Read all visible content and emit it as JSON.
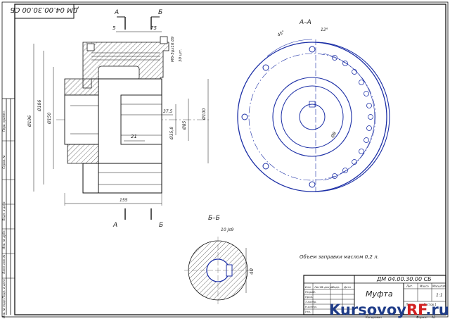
{
  "drawing": {
    "doc_code_rotated": "ДМ 04.00.30.00 СБ",
    "section_a": "А",
    "section_b": "Б",
    "view_aa": "А–А",
    "view_bb": "Б–Б",
    "dims": {
      "d5": "5",
      "d75": "75",
      "bolt": "М6-5gх16.09",
      "bolt_qty": "30 шт.",
      "dia186": "Ø186",
      "dia196": "Ø196",
      "dia150": "Ø150",
      "dia100": "Ø100",
      "dia85": "Ø85",
      "dia35": "Ø35,8",
      "d375": "37,5",
      "d21": "21",
      "d155": "155",
      "ang45": "45°",
      "ang12": "12°",
      "r8": "Ø8",
      "key": "10 Js9",
      "d40": "40"
    },
    "note": "Объем заправки маслом 0,2 л."
  },
  "side_stamp": {
    "labels": [
      "Перв. примен.",
      "Справ. №",
      "Подп. и дата",
      "Инв. № дубл.",
      "Взам. инв. №",
      "Подп. и дата",
      "Инв. № подл."
    ]
  },
  "title_block": {
    "doc_code": "ДМ 04.00.30.00 СБ",
    "name": "Муфта",
    "headers": [
      "Изм",
      "Лист",
      "№ докум.",
      "Подп.",
      "Дата"
    ],
    "roles": [
      "Разраб.",
      "Пров.",
      "Т.контр.",
      "Н.контр.",
      "Утв."
    ],
    "lit_header": "Лит.",
    "mass_header": "Масса",
    "scale_header": "Масштаб",
    "scale_value": "1:1",
    "sheet_label": "Лист",
    "sheets_label": "Листов 1",
    "copied": "Копировал",
    "format": "Формат",
    "format_value": "A3"
  },
  "watermark": {
    "text_a": "Kursovoy",
    "text_b": "RF",
    "text_c": ".ru",
    "color_a": "#1f3c88",
    "color_b": "#d22020"
  }
}
